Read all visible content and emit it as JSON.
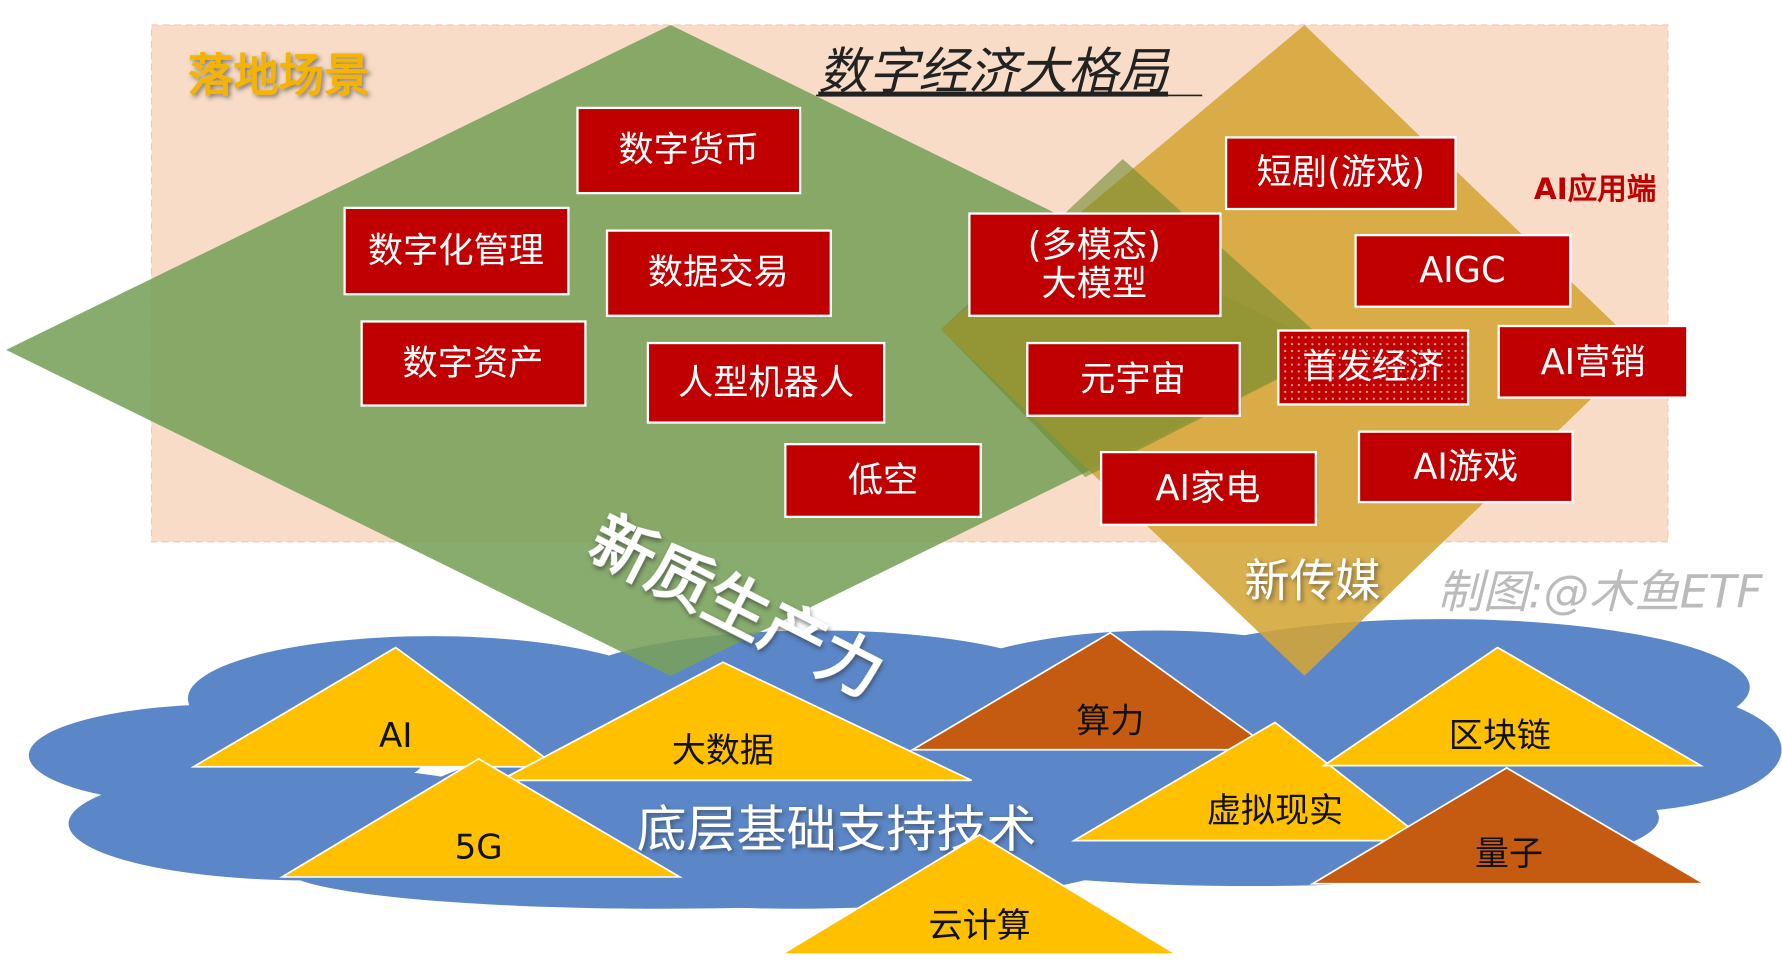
{
  "title": "数字经济大格局",
  "labels": {
    "scenario": "落地场景",
    "ai_app": "AI应用端",
    "new_productivity": "新质生产力",
    "new_media": "新传媒",
    "credit": "制图:@木鱼ETF",
    "base_tech": "底层基础支持技术"
  },
  "boxes": [
    "数字货币",
    "数字化管理",
    "数据交易",
    "数字资产",
    "人型机器人",
    "低空",
    "(多模态)",
    "大模型",
    "元宇宙",
    "首发经济",
    "AI营销",
    "短剧(游戏)",
    "AIGC",
    "AI家电",
    "AI游戏"
  ],
  "triangles": [
    "AI",
    "大数据",
    "5G",
    "云计算",
    "算力",
    "虚拟现实",
    "区块链",
    "量子"
  ],
  "colors": {
    "red": "#c00000",
    "green": "#77a05a",
    "gold": "#d4a535",
    "blue": "#5b87c9",
    "yellow": "#ffc000",
    "orange": "#c55a11",
    "peach": "#f8dcc8"
  }
}
